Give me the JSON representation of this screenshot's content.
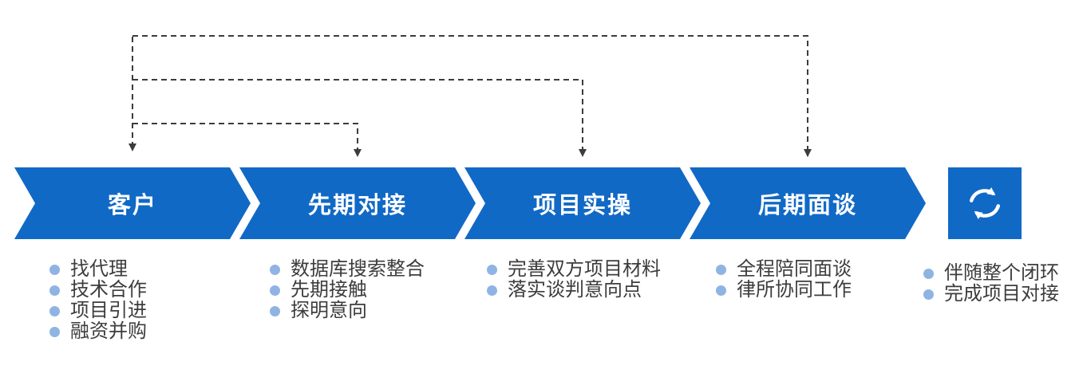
{
  "colors": {
    "chevron_blue": "#1169C6",
    "bullet_dot_blue": "#8FB4E3",
    "body_text": "#3D3D3D",
    "connector_line": "#3C3C3C",
    "stage_label_text": "#FFFFFF"
  },
  "stages": [
    {
      "label": "客户",
      "items": [
        "找代理",
        "技术合作",
        "项目引进",
        "融资并购"
      ]
    },
    {
      "label": "先期对接",
      "items": [
        "数据库搜索整合",
        "先期接触",
        "探明意向"
      ]
    },
    {
      "label": "项目实操",
      "items": [
        "完善双方项目材料",
        "落实谈判意向点"
      ]
    },
    {
      "label": "后期面谈",
      "items": [
        "全程陪同面谈",
        "律所协同工作"
      ]
    }
  ],
  "cycle": {
    "icon": "sync-cycle-icon",
    "items": [
      "伴随整个闭环",
      "完成项目对接"
    ]
  }
}
